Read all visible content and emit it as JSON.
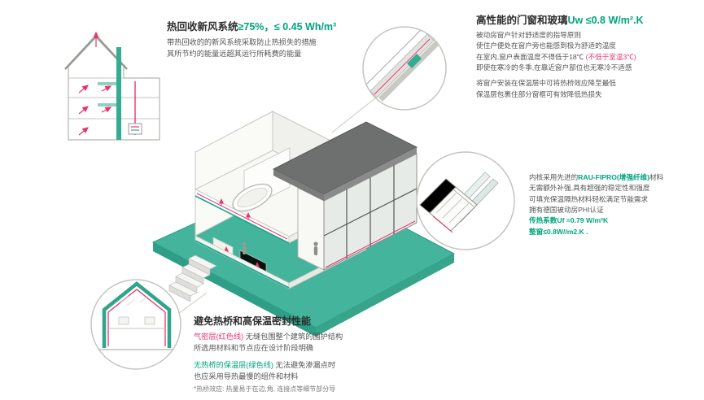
{
  "colors": {
    "accent_green": "#00a480",
    "accent_red": "#e8336e",
    "platform_teal": "#44b59c",
    "roof_dark": "#6e706f",
    "text_dark": "#2d2d2d"
  },
  "annotations": {
    "hrv": {
      "title_black": "热回收新风系统",
      "title_green": "≥75%，≤ 0.45 Wh/m³",
      "line1": "带热回收的的新风系统采取防止热损失的措施",
      "line2": "其所节约的能量远超其运行所耗费的能量"
    },
    "window_glass": {
      "title_black": "高性能的门窗和玻璃",
      "title_green": "Uw ≤0.8 W/m².K",
      "line1": "被动房窗户针对舒适度的指导原则",
      "line2": "使住户便处在窗户旁也能感到极为舒适的温度",
      "line3_black": "在室内,窗户表面温度不得低于18℃ ",
      "line3_red": "(不低于室温3℃)",
      "line4": "即使在寒冷的冬季,在靠近窗户部位也无寒冷不适感",
      "line5": "将窗户安装在保温层中可将热桥效应降至最低",
      "line6": "保温层包裹住部分窗框可有效降低热损失"
    },
    "profile": {
      "line1_pre": "内核采用先进的",
      "line1_green": "RAU-FIPRO(增强纤维)",
      "line1_post": "材料",
      "line2": "无需额外补强,具有超强的稳定性和强度",
      "line3": "可填充保温隔热材料轻松满足节能需求",
      "line4": "拥有德国被动房PHI认证",
      "line5_green": "传热系数Uf =0.79 W/m²K",
      "line6_green": "整窗≤0.8W//m2.K ."
    },
    "thermal_bridge": {
      "title": "避免热桥和高保温密封性能",
      "line1_red": "气密层(红色线)",
      "line1_rest": " 无缝包围整个建筑的围护结构",
      "line2": "所选用材料和节点应在设计阶段明确",
      "line3_green": "无热桥的保温层(绿色线)",
      "line3_rest": " 无法避免渗漏点时",
      "line4": "也应采用导热最慢的组件和材料",
      "footnote": "*热桥效应: 热量易于在边,角, 连接点等细节部分导"
    }
  },
  "figures": {
    "ventilation_section": "heat-recovery-ventilation-section-drawing",
    "isometric_house": "passive-house-cutaway-isometric",
    "callout_window_corner": "window-corner-detail-callout",
    "callout_window_profile": "window-profile-cross-section-callout",
    "callout_house_section": "insulated-house-section-callout"
  }
}
